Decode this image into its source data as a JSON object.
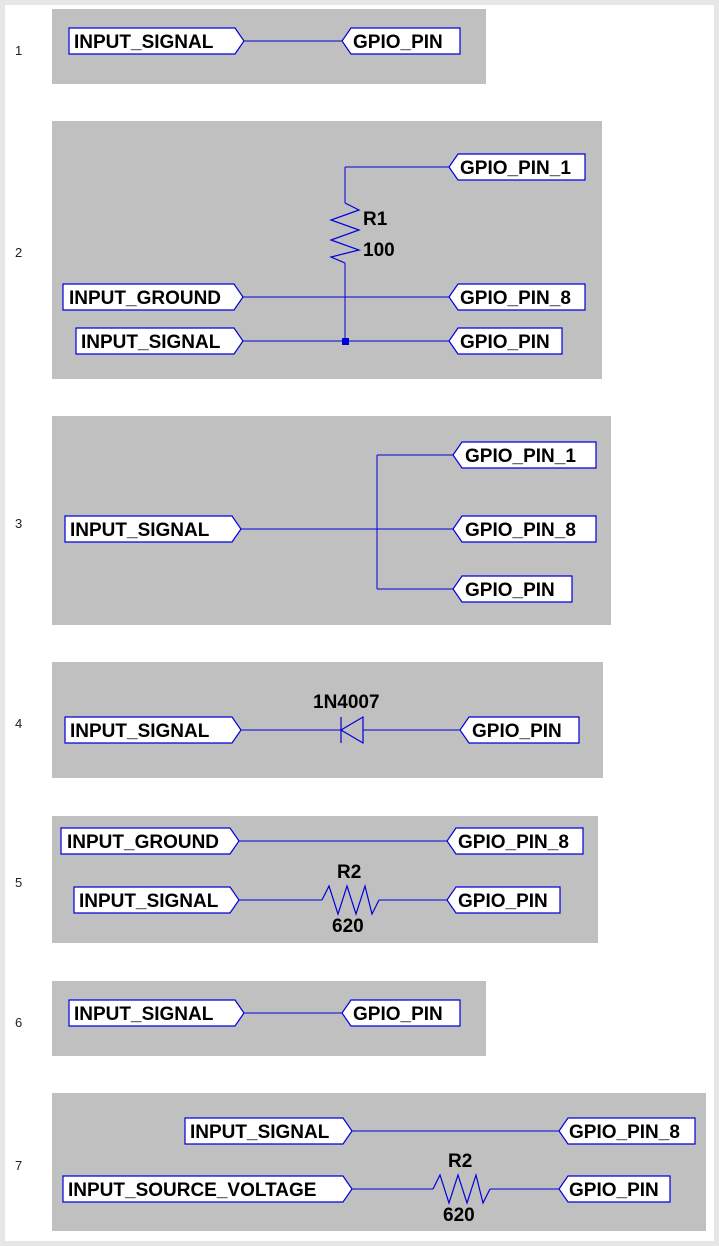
{
  "rows": [
    {
      "number": "1",
      "ports": [
        "INPUT_SIGNAL",
        "GPIO_PIN"
      ]
    },
    {
      "number": "2",
      "ports": [
        "GPIO_PIN_1",
        "INPUT_GROUND",
        "GPIO_PIN_8",
        "INPUT_SIGNAL",
        "GPIO_PIN"
      ],
      "components": [
        {
          "ref": "R1",
          "value": "100"
        }
      ]
    },
    {
      "number": "3",
      "ports": [
        "GPIO_PIN_1",
        "INPUT_SIGNAL",
        "GPIO_PIN_8",
        "GPIO_PIN"
      ]
    },
    {
      "number": "4",
      "ports": [
        "INPUT_SIGNAL",
        "GPIO_PIN"
      ],
      "components": [
        {
          "ref": "1N4007"
        }
      ]
    },
    {
      "number": "5",
      "ports": [
        "INPUT_GROUND",
        "GPIO_PIN_8",
        "INPUT_SIGNAL",
        "GPIO_PIN"
      ],
      "components": [
        {
          "ref": "R2",
          "value": "620"
        }
      ]
    },
    {
      "number": "6",
      "ports": [
        "INPUT_SIGNAL",
        "GPIO_PIN"
      ]
    },
    {
      "number": "7",
      "ports": [
        "INPUT_SIGNAL",
        "GPIO_PIN_8",
        "INPUT_SOURCE_VOLTAGE",
        "GPIO_PIN"
      ],
      "components": [
        {
          "ref": "R2",
          "value": "620"
        }
      ]
    }
  ]
}
